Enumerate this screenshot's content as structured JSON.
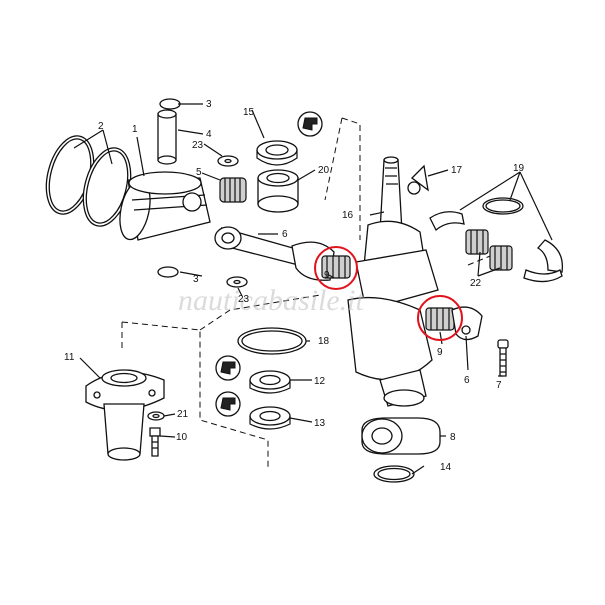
{
  "watermark": "nauticabasile.it",
  "highlight_color": "#e0141e",
  "callouts": [
    {
      "id": "c1",
      "label": "1"
    },
    {
      "id": "c2",
      "label": "2"
    },
    {
      "id": "c3a",
      "label": "3"
    },
    {
      "id": "c3b",
      "label": "3"
    },
    {
      "id": "c4",
      "label": "4"
    },
    {
      "id": "c5",
      "label": "5"
    },
    {
      "id": "c6a",
      "label": "6"
    },
    {
      "id": "c6b",
      "label": "6"
    },
    {
      "id": "c7",
      "label": "7"
    },
    {
      "id": "c8",
      "label": "8"
    },
    {
      "id": "c9a",
      "label": "9"
    },
    {
      "id": "c9b",
      "label": "9"
    },
    {
      "id": "c10",
      "label": "10"
    },
    {
      "id": "c11",
      "label": "11"
    },
    {
      "id": "c12",
      "label": "12"
    },
    {
      "id": "c13",
      "label": "13"
    },
    {
      "id": "c14",
      "label": "14"
    },
    {
      "id": "c15",
      "label": "15"
    },
    {
      "id": "c16",
      "label": "16"
    },
    {
      "id": "c17",
      "label": "17"
    },
    {
      "id": "c18",
      "label": "18"
    },
    {
      "id": "c19",
      "label": "19"
    },
    {
      "id": "c20",
      "label": "20"
    },
    {
      "id": "c21",
      "label": "21"
    },
    {
      "id": "c22",
      "label": "22"
    },
    {
      "id": "c23a",
      "label": "23"
    },
    {
      "id": "c23b",
      "label": "23"
    }
  ]
}
